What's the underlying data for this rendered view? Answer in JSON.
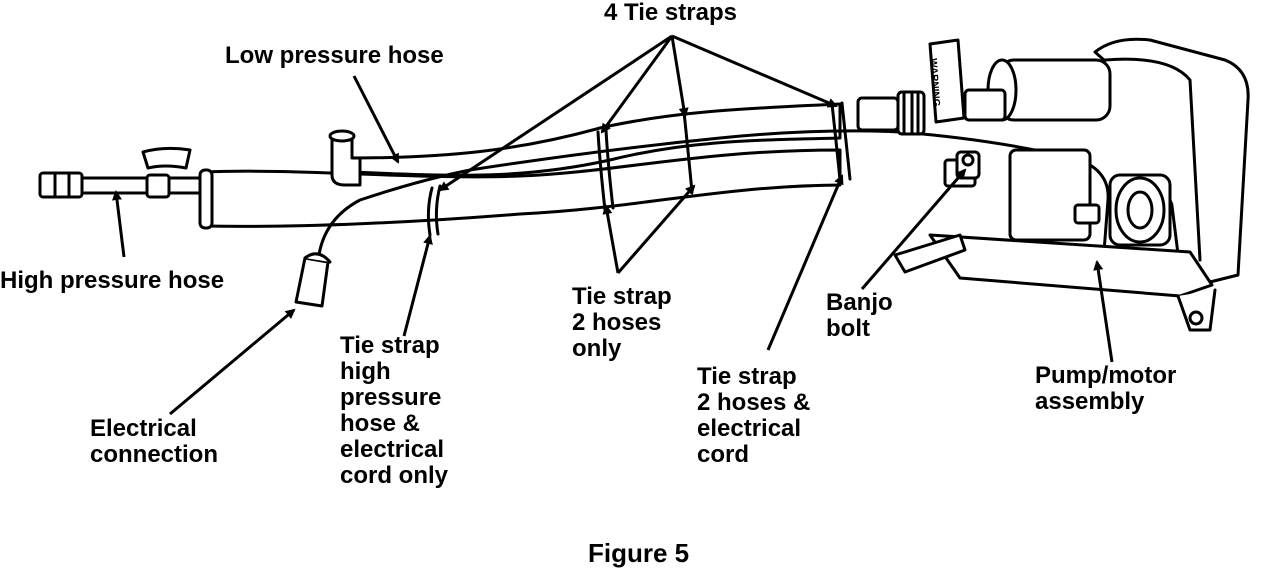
{
  "labels": {
    "tie_straps_4": "4 Tie straps",
    "low_pressure_hose": "Low pressure hose",
    "high_pressure_hose": "High pressure hose",
    "tie_strap_2_hoses_only": [
      "Tie strap",
      "2 hoses",
      "only"
    ],
    "banjo_bolt": [
      "Banjo",
      "bolt"
    ],
    "tie_strap_high_pressure": [
      "Tie strap",
      "high",
      "pressure",
      "hose &",
      "electrical",
      "cord only"
    ],
    "tie_strap_2_hoses_cord": [
      "Tie strap",
      "2 hoses &",
      "electrical",
      "cord"
    ],
    "pump_motor_assembly": [
      "Pump/motor",
      "assembly"
    ],
    "electrical_connection": [
      "Electrical",
      "connection"
    ],
    "warning_tag": "WARNING"
  },
  "caption": "Figure 5"
}
